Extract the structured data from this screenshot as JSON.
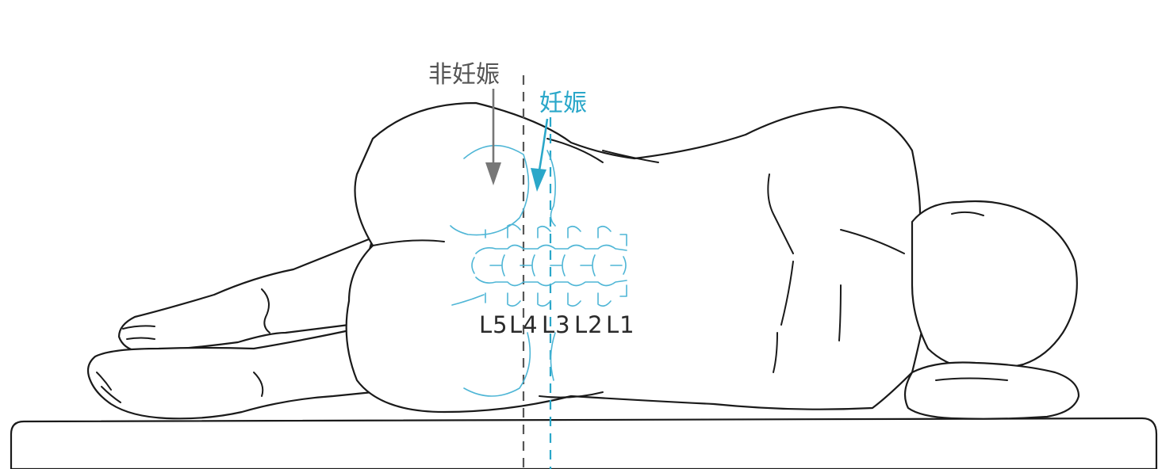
{
  "labels": {
    "non_pregnant": "非妊娠",
    "pregnant": "妊娠",
    "vertebrae": [
      "L5",
      "L4",
      "L3",
      "L2",
      "L1"
    ]
  },
  "colors": {
    "outline": "#1a1a1a",
    "non_pregnant": "#555555",
    "pregnant": "#2aa7c9",
    "spine": "#4fb6d6"
  }
}
